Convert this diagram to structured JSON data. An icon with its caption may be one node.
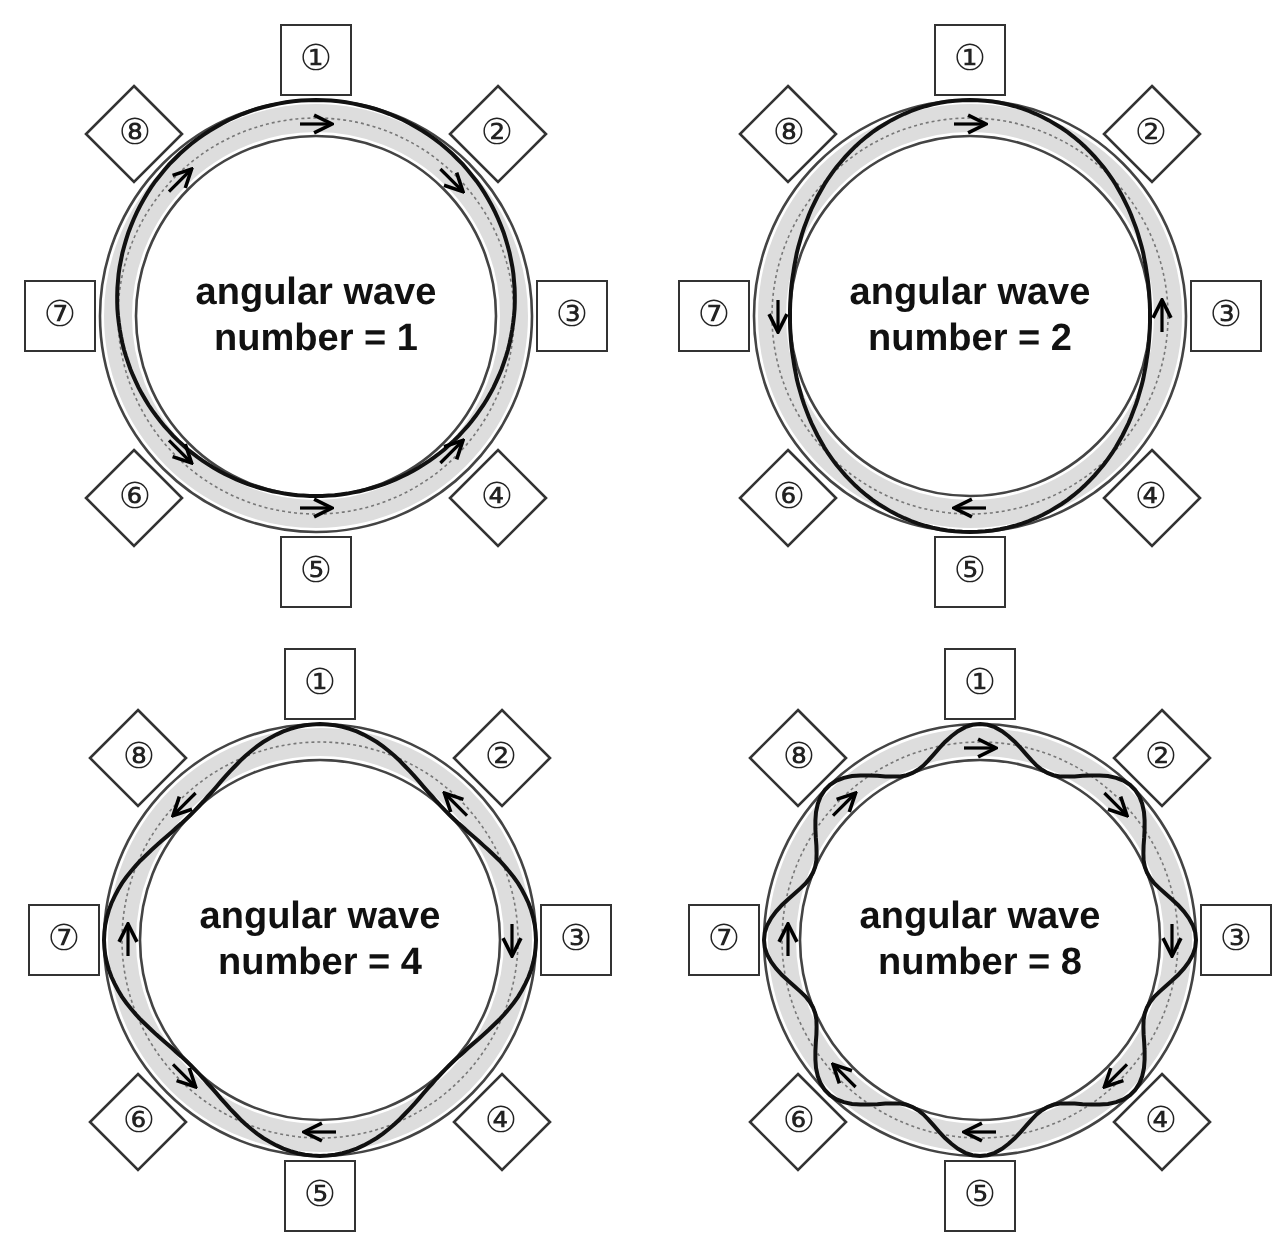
{
  "diagram": {
    "nodes": [
      {
        "text": [
          "angular wave number = 1"
        ]
      },
      {
        "text": [
          "①"
        ]
      },
      {
        "text": [
          "②"
        ]
      },
      {
        "text": [
          "③"
        ]
      },
      {
        "text": [
          "④"
        ]
      },
      {
        "text": [
          "⑤"
        ]
      },
      {
        "text": [
          "⑥"
        ]
      },
      {
        "text": [
          "⑦"
        ]
      },
      {
        "text": [
          "⑧"
        ]
      },
      {
        "text": [
          "angular wave number = 2"
        ]
      },
      {
        "text": [
          "①"
        ]
      },
      {
        "text": [
          "②"
        ]
      },
      {
        "text": [
          "③"
        ]
      },
      {
        "text": [
          "④"
        ]
      },
      {
        "text": [
          "⑤"
        ]
      },
      {
        "text": [
          "⑥"
        ]
      },
      {
        "text": [
          "⑦"
        ]
      },
      {
        "text": [
          "⑧"
        ]
      },
      {
        "text": [
          "angular wave number = 4"
        ]
      },
      {
        "text": [
          "①"
        ]
      },
      {
        "text": [
          "②"
        ]
      },
      {
        "text": [
          "③"
        ]
      },
      {
        "text": [
          "④"
        ]
      },
      {
        "text": [
          "⑤"
        ]
      },
      {
        "text": [
          "⑥"
        ]
      },
      {
        "text": [
          "⑦"
        ]
      },
      {
        "text": [
          "⑧"
        ]
      },
      {
        "text": [
          "angular wave number = 8"
        ]
      },
      {
        "text": [
          "①"
        ]
      },
      {
        "text": [
          "②"
        ]
      },
      {
        "text": [
          "③"
        ]
      },
      {
        "text": [
          "④"
        ]
      },
      {
        "text": [
          "⑤"
        ]
      },
      {
        "text": [
          "⑥"
        ]
      },
      {
        "text": [
          "⑦"
        ]
      },
      {
        "text": [
          "⑧"
        ]
      }
    ]
  }
}
